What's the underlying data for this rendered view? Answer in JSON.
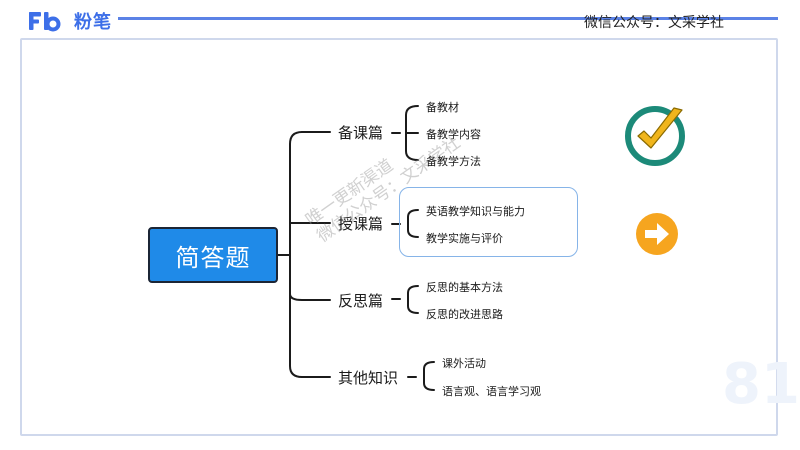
{
  "header": {
    "logo_text": "粉笔",
    "logo_mark": "Fb",
    "credit": "微信公众号：文采学社"
  },
  "root_topic": "简答题",
  "branches": [
    {
      "label": "备课篇",
      "children": [
        "备教材",
        "备教学内容",
        "备教学方法"
      ]
    },
    {
      "label": "授课篇",
      "children": [
        "英语教学知识与能力",
        "教学实施与评价"
      ]
    },
    {
      "label": "反思篇",
      "children": [
        "反思的基本方法",
        "反思的改进思路"
      ]
    },
    {
      "label": "其他知识",
      "children": [
        "课外活动",
        "语言观、语言学习观"
      ]
    }
  ],
  "watermark": {
    "line1": "唯一更新渠道",
    "line2": "微信公众号：文采学社"
  },
  "icons": {
    "check": "check-circle-icon",
    "arrow": "arrow-right-circle-icon"
  },
  "colors": {
    "accent": "#1f8ae8",
    "brand": "#3d6fe8",
    "check_ring": "#1c8a79",
    "check_mark": "#f0b51c",
    "arrow": "#f6a51f"
  },
  "corner_mark": "81"
}
